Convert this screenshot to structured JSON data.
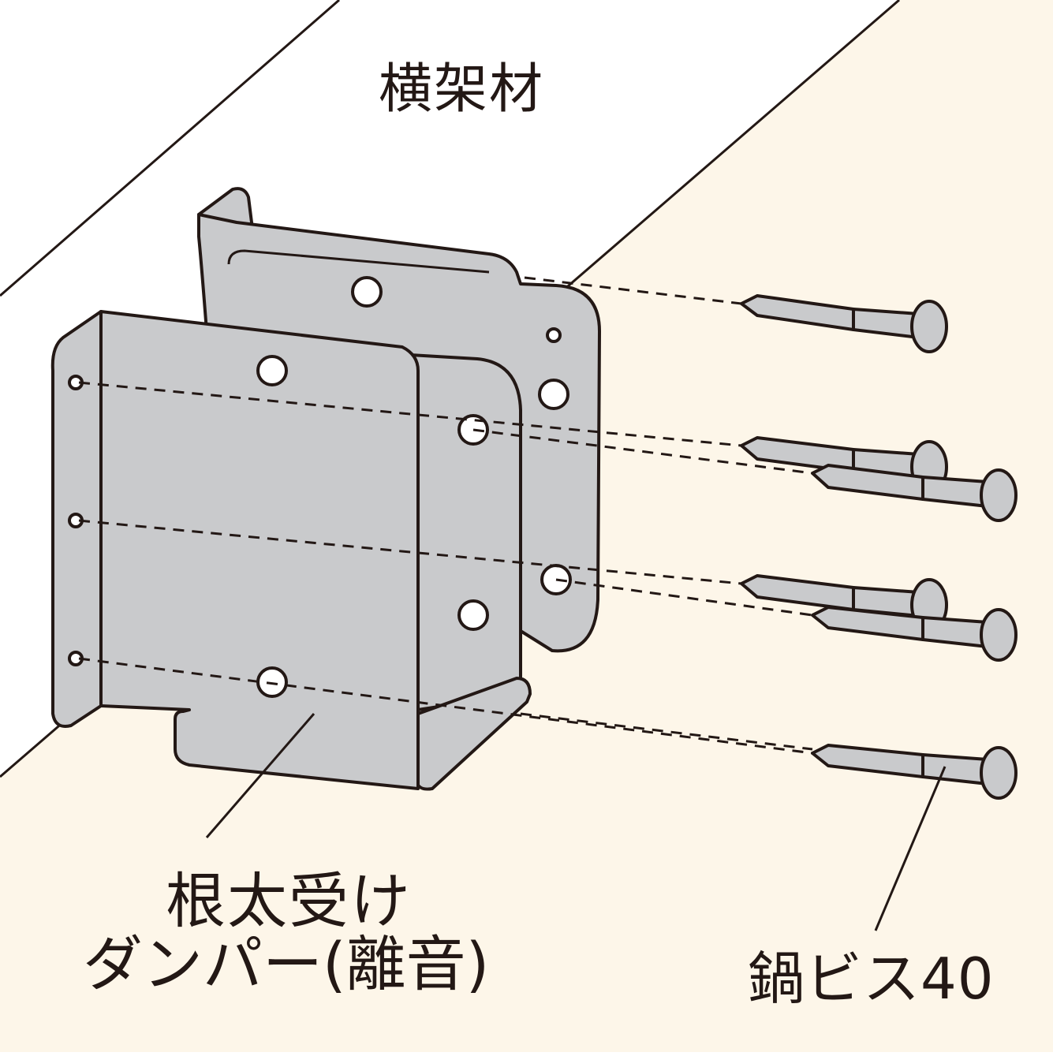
{
  "labels": {
    "beam": "横架材",
    "part_line1": "根太受け",
    "part_line2": "ダンパー(離音)",
    "screw": "鍋ビス40"
  },
  "colors": {
    "beam_top": "#ffffff",
    "beam_face": "#fdf6e9",
    "metal": "#c9cacc",
    "outline": "#231815"
  }
}
